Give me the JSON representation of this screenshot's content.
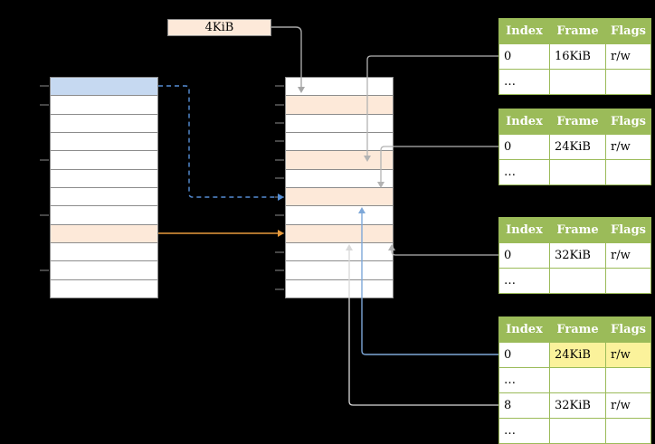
{
  "diagram": {
    "background": "#000000",
    "page_size_label": "4KiB",
    "virtual_memory": {
      "row_count": 12,
      "mapped_rows": [
        {
          "row": 0,
          "color": "#c6d9f1"
        },
        {
          "row": 8,
          "color": "#fde9d9"
        }
      ]
    },
    "physical_memory": {
      "row_count": 12,
      "frame_rows": [
        {
          "row": 1,
          "color": "#fde9d9"
        },
        {
          "row": 4,
          "color": "#fde9d9"
        },
        {
          "row": 6,
          "color": "#fde9d9"
        },
        {
          "row": 8,
          "color": "#fde9d9"
        }
      ]
    },
    "page_tables": [
      {
        "name": "page-table-1",
        "headers": [
          "Index",
          "Frame",
          "Flags"
        ],
        "rows": [
          [
            "0",
            "16KiB",
            "r/w"
          ],
          [
            "…",
            "",
            ""
          ]
        ]
      },
      {
        "name": "page-table-2",
        "headers": [
          "Index",
          "Frame",
          "Flags"
        ],
        "rows": [
          [
            "0",
            "24KiB",
            "r/w"
          ],
          [
            "…",
            "",
            ""
          ]
        ]
      },
      {
        "name": "page-table-3",
        "headers": [
          "Index",
          "Frame",
          "Flags"
        ],
        "rows": [
          [
            "0",
            "32KiB",
            "r/w"
          ],
          [
            "…",
            "",
            ""
          ]
        ]
      },
      {
        "name": "page-table-4",
        "headers": [
          "Index",
          "Frame",
          "Flags"
        ],
        "rows": [
          [
            "0",
            "24KiB",
            "r/w"
          ],
          [
            "…",
            "",
            ""
          ],
          [
            "8",
            "32KiB",
            "r/w"
          ],
          [
            "…",
            "",
            ""
          ]
        ],
        "highlighted_cells": [
          {
            "row": 0,
            "column": "Frame",
            "color": "#fbf29b"
          },
          {
            "row": 0,
            "column": "Flags",
            "color": "#fbf29b"
          }
        ]
      }
    ],
    "colors": {
      "table_header_bg": "#9bbb59",
      "table_border": "#9bbb59",
      "highlight_yellow": "#fbf29b",
      "row_blue": "#c6d9f1",
      "row_peach": "#fde9d9",
      "column_border": "#8c8c8c",
      "arrow_gray": "#b3b3b3",
      "arrow_blue_dashed": "#558ed5",
      "arrow_blue_light": "#7da7d8",
      "arrow_orange": "#e89b3c",
      "arrow_light_gray": "#d9d9d9"
    }
  }
}
